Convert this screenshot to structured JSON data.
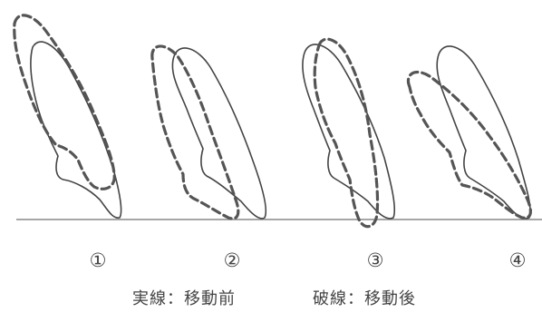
{
  "figures": [
    {
      "label": "①"
    },
    {
      "label": "②"
    },
    {
      "label": "③"
    },
    {
      "label": "④"
    }
  ],
  "legend": {
    "solid": "実線：移動前",
    "dashed": "破線：移動後"
  }
}
